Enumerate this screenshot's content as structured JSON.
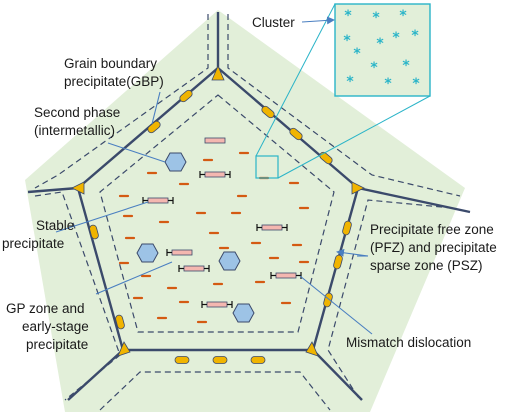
{
  "labels": {
    "cluster": "Cluster",
    "gbp_line1": "Grain boundary",
    "gbp_line2": "precipitate(GBP)",
    "second_line1": "Second phase",
    "second_line2": "(intermetallic)",
    "stable_line1": "Stable",
    "stable_line2": "precipitate",
    "gp_line1": "GP zone and",
    "gp_line2": "early-stage",
    "gp_line3": "precipitate",
    "pfz_line1": "Precipitate free zone",
    "pfz_line2": "(PFZ) and precipitate",
    "pfz_line3": "sparse zone (PSZ)",
    "mismatch": "Mismatch dislocation"
  },
  "colors": {
    "grain_fill": "#e2efd9",
    "boundary": "#3b4a6b",
    "gb_precipitate": "#f0b400",
    "second_phase": "#9dc3e6",
    "stable_precipitate": "#f4b7b0",
    "gp_zone": "#d45a12",
    "cluster_atom": "#2ab4c8",
    "leader": "#4a7fc1"
  },
  "icons": {
    "cluster_atom": "asterisk-icon",
    "second_phase": "hexagon-icon",
    "gb_precipitate": "triangle-icon"
  }
}
